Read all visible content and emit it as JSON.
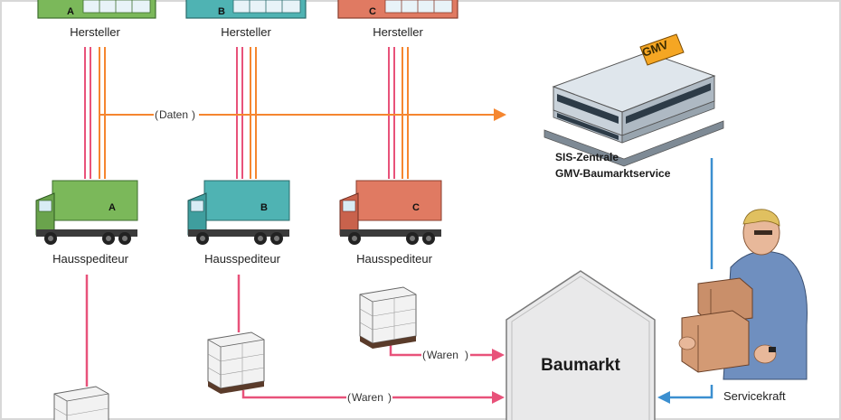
{
  "colors": {
    "red_line": "#e8527a",
    "orange_line": "#f5862f",
    "blue_line": "#3b8fd0",
    "green": "#7bb85a",
    "teal": "#4fb3b3",
    "salmon": "#e07a62",
    "frame": "#d8d8d8"
  },
  "manufacturers": [
    {
      "letter": "A",
      "label": "Hersteller"
    },
    {
      "letter": "B",
      "label": "Hersteller"
    },
    {
      "letter": "C",
      "label": "Hersteller"
    }
  ],
  "trucks": [
    {
      "letter": "A",
      "label": "Hausspediteur"
    },
    {
      "letter": "B",
      "label": "Hausspediteur"
    },
    {
      "letter": "C",
      "label": "Hausspediteur"
    }
  ],
  "data_flow_label": "Daten",
  "goods_labels": [
    "Waren",
    "Waren"
  ],
  "hq": {
    "logo": "GMV",
    "line1": "SIS-Zentrale",
    "line2": "GMV-Baumarktservice"
  },
  "store": {
    "label": "Baumarkt"
  },
  "worker": {
    "label": "Servicekraft"
  },
  "icons": [
    "factory-icon",
    "truck-icon",
    "pallet-icon",
    "office-building-icon",
    "warehouse-icon",
    "worker-with-boxes-icon"
  ]
}
